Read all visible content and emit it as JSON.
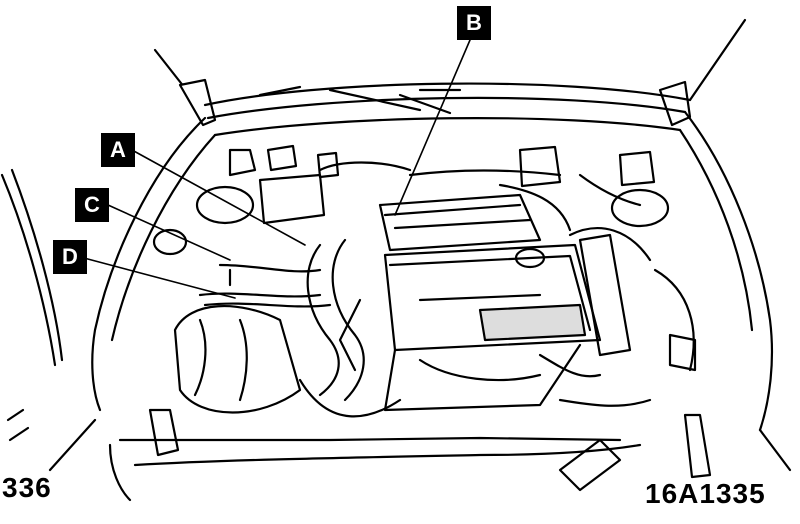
{
  "callouts": {
    "a": "A",
    "b": "B",
    "c": "C",
    "d": "D"
  },
  "figure_codes": {
    "left": "336",
    "right": "16A1335"
  }
}
